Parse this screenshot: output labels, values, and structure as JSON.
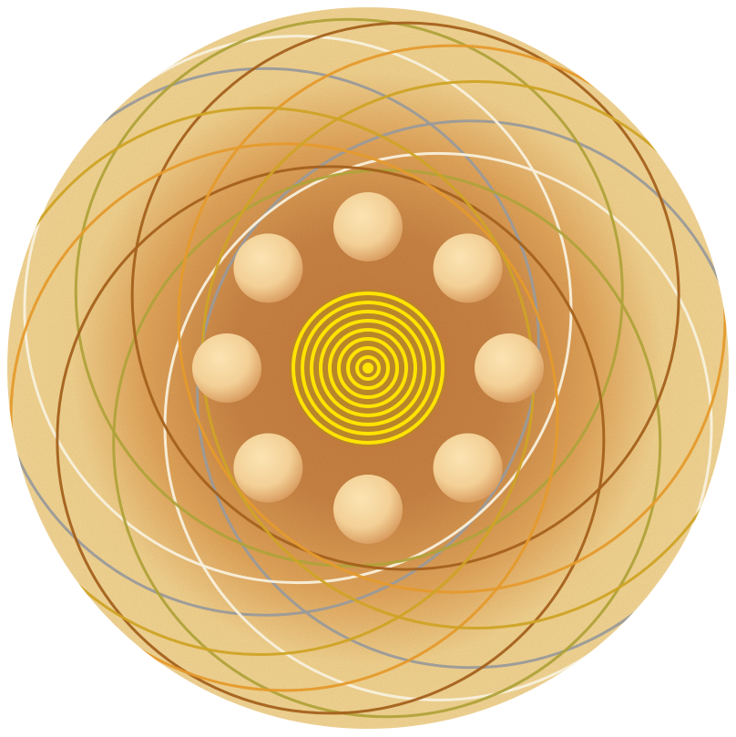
{
  "artwork": {
    "kind": "mandala",
    "palette": {
      "background": "#ffffff",
      "disc_outer": "#f3d38e",
      "disc_mid": "#e3a55a",
      "disc_inner": "#c87a3c",
      "orb_light": "#fbe4b3",
      "orb_dark": "#d6965a",
      "spiral_gold": "#ffe300",
      "spiral_dark": "#b9852a"
    },
    "orb_count": 8,
    "spiral_ring_count": 8,
    "orbit_rings": [
      {
        "name": "grey-ring",
        "color": "#9a9a9a"
      },
      {
        "name": "white-ring",
        "color": "#f8f0dc"
      },
      {
        "name": "olive-ring",
        "color": "#b0a23a"
      },
      {
        "name": "brown-ring",
        "color": "#a4611c"
      },
      {
        "name": "orange-ring",
        "color": "#e59a2c"
      },
      {
        "name": "gold-ring",
        "color": "#cfa326"
      }
    ]
  }
}
